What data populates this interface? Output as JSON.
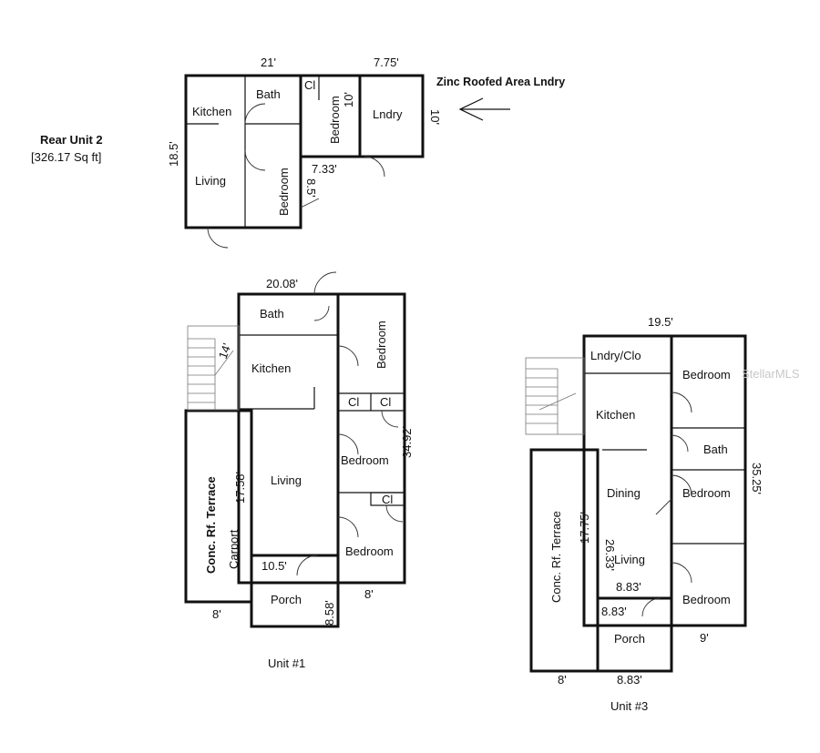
{
  "rear_unit": {
    "title": "Rear Unit 2",
    "area": "[326.17 Sq ft]",
    "dim_width": "21'",
    "dim_lndry_width": "7.75'",
    "dim_depth": "18.5'",
    "dim_lndry_depth": "10'",
    "dim_bed_width": "7.33'",
    "dim_bed_depth": "8.5'",
    "dim_bed_upper": "10'",
    "note": "Zinc Roofed Area Lndry",
    "rooms": {
      "kitchen": "Kitchen",
      "bath": "Bath",
      "closet": "Cl",
      "bedroom_upper": "Bedroom",
      "lndry": "Lndry",
      "living": "Living",
      "bedroom_lower": "Bedroom"
    }
  },
  "unit1": {
    "caption": "Unit #1",
    "dim_top": "20.08'",
    "dim_kitchen": "14'",
    "dim_right": "34.92'",
    "dim_terrace": "17.58'",
    "dim_porch_width": "10.5'",
    "dim_porch_depth": "8.58'",
    "dim_terrace_width": "8'",
    "dim_bottom_right": "8'",
    "terrace": "Conc. Rf. Terrace",
    "carport": "Carport",
    "rooms": {
      "bath": "Bath",
      "kitchen": "Kitchen",
      "bedroom1": "Bedroom",
      "cl1": "Cl",
      "cl2": "Cl",
      "bedroom2": "Bedroom",
      "living": "Living",
      "cl3": "Cl",
      "bedroom3": "Bedroom",
      "porch": "Porch"
    }
  },
  "unit3": {
    "caption": "Unit #3",
    "dim_top": "19.5'",
    "dim_right": "35.25'",
    "dim_terrace": "17.75'",
    "dim_living": "26.33'",
    "dim_living_width": "8.83'",
    "dim_porch_width": "8.83'",
    "dim_bottom_porch": "8.83'",
    "dim_terrace_width": "8'",
    "dim_bedroom_width": "9'",
    "terrace": "Conc. Rf. Terrace",
    "rooms": {
      "lndry": "Lndry/Clo",
      "kitchen": "Kitchen",
      "bedroom1": "Bedroom",
      "bath": "Bath",
      "dining": "Dining",
      "bedroom2": "Bedroom",
      "living": "Living",
      "bedroom3": "Bedroom",
      "porch": "Porch"
    }
  },
  "watermark": "StellarMLS"
}
